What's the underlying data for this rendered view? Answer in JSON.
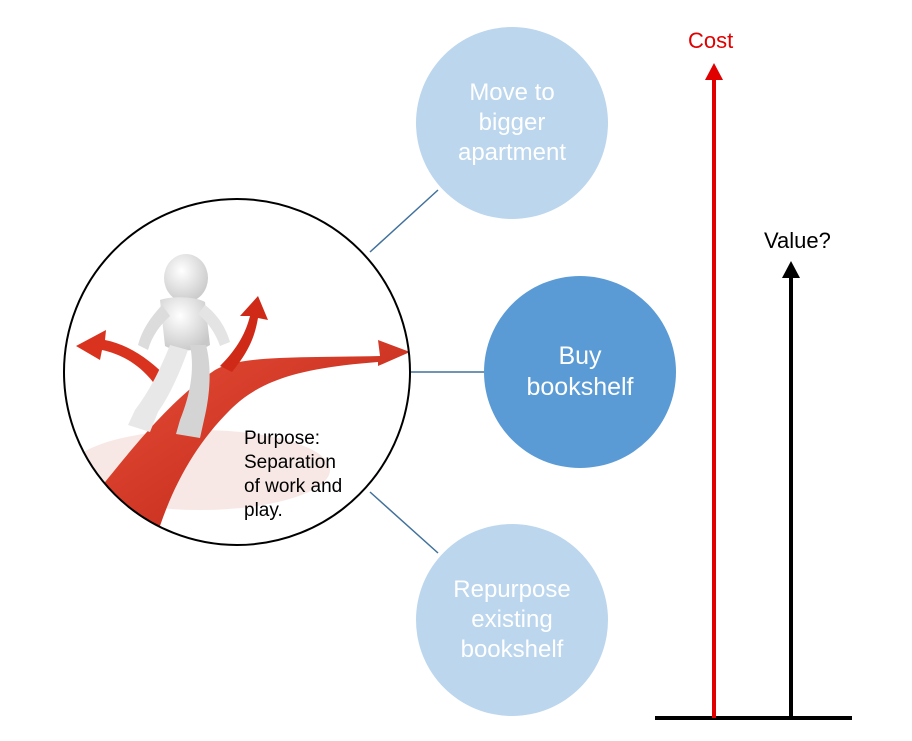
{
  "options": [
    {
      "label_lines": [
        "Move to",
        "bigger",
        "apartment"
      ],
      "selected": false
    },
    {
      "label_lines": [
        "Buy",
        "bookshelf"
      ],
      "selected": true
    },
    {
      "label_lines": [
        "Repurpose",
        "existing",
        "bookshelf"
      ],
      "selected": false
    }
  ],
  "hub": {
    "image": "decision-crossroads-illustration",
    "purpose_lines": [
      "Purpose:",
      "Separation",
      "of work and",
      "play."
    ]
  },
  "measures": {
    "cost": {
      "label": "Cost",
      "color": "#e00000"
    },
    "value": {
      "label": "Value?",
      "color": "#000000"
    }
  },
  "colors": {
    "option_light": "#bcd6ee",
    "option_selected": "#5b9bd5",
    "connector": "#41719c",
    "arrow_red": "#d9321e"
  }
}
